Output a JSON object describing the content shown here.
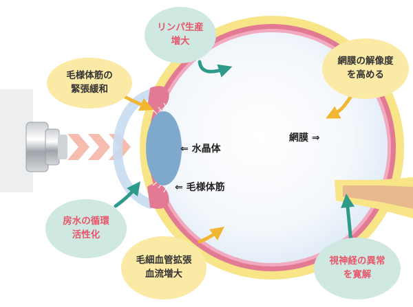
{
  "diagram": {
    "labels": {
      "lens": "⇐ 水晶体",
      "ciliary_body": "⇐ 毛様体筋",
      "retina": "網膜 ⇒"
    },
    "callouts": {
      "lymph": [
        "リンパ生産",
        "増大"
      ],
      "ciliary_muscle": [
        "毛様体筋の",
        "緊張緩和"
      ],
      "retina_resolution": [
        "網膜の解像度",
        "を高める"
      ],
      "aqueous": [
        "房水の循環",
        "活性化"
      ],
      "capillary": [
        "毛細血管拡張",
        "血流増大"
      ],
      "optic_nerve": [
        "視神経の異常",
        "を寛解"
      ]
    },
    "colors": {
      "sclera": "#f7e588",
      "choroid": "#e27a94",
      "arrow_yellow": "#f2b632",
      "arrow_teal": "#2e9a8a",
      "text_red": "#e8566a",
      "lens": "#7ea8cc",
      "beam": "#f6b9ac"
    }
  }
}
